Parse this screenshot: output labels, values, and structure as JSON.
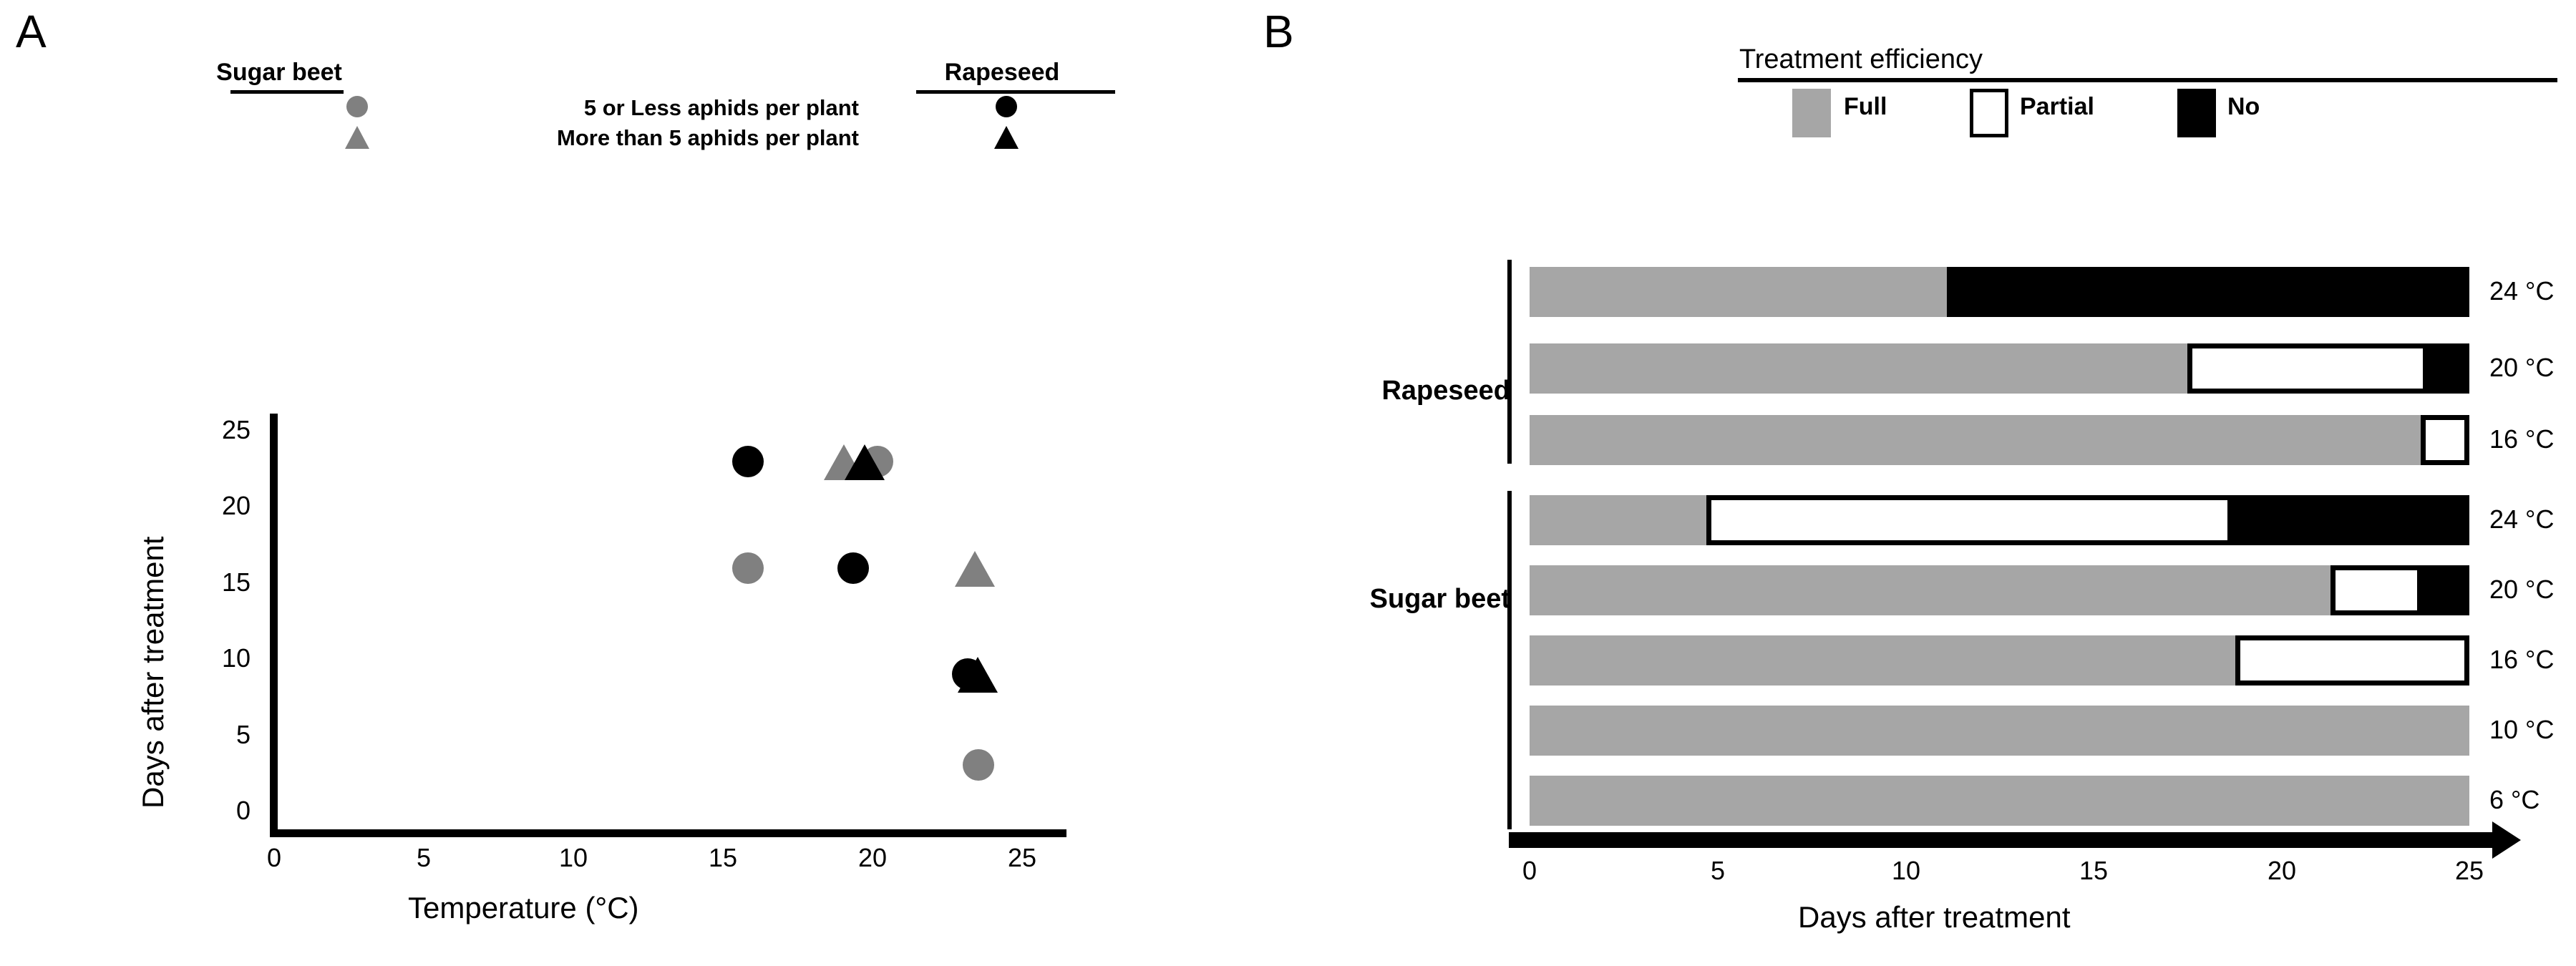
{
  "figure": {
    "panel_a_letter": "A",
    "panel_b_letter": "B"
  },
  "panel_a": {
    "legend": {
      "left_header": "Sugar beet",
      "right_header": "Rapeseed",
      "rows": [
        {
          "label": "5 or Less aphids per plant",
          "marker": "circle"
        },
        {
          "label": "More than 5 aphids per plant",
          "marker": "triangle"
        }
      ]
    },
    "axes": {
      "xlabel": "Temperature (°C)",
      "ylabel": "Days after treatment",
      "xticks": [
        "0",
        "5",
        "10",
        "15",
        "20",
        "25"
      ],
      "yticks": [
        "0",
        "5",
        "10",
        "15",
        "20",
        "25"
      ]
    }
  },
  "panel_b": {
    "legend": {
      "title": "Treatment efficiency",
      "items": [
        {
          "label": "Full",
          "swatch": "full"
        },
        {
          "label": "Partial",
          "swatch": "partial"
        },
        {
          "label": "No",
          "swatch": "no"
        }
      ]
    },
    "groups": [
      {
        "name": "Rapeseed"
      },
      {
        "name": "Sugar beet"
      }
    ],
    "axes": {
      "xlabel": "Days after treatment",
      "xticks": [
        "0",
        "5",
        "10",
        "15",
        "20",
        "25"
      ]
    }
  },
  "chart_data": [
    {
      "type": "scatter",
      "title": "A",
      "xlabel": "Temperature (°C)",
      "ylabel": "Days after treatment",
      "xlim": [
        0,
        26.5
      ],
      "ylim": [
        0,
        27.5
      ],
      "xticks": [
        0,
        5,
        10,
        15,
        20,
        25
      ],
      "yticks": [
        0,
        5,
        10,
        15,
        20,
        25
      ],
      "grid": false,
      "legend_position": "above-plot",
      "series": [
        {
          "name": "Sugar beet – 5 or Less aphids per plant",
          "marker": "circle",
          "color": "#808080",
          "points": [
            [
              16.5,
              18
            ],
            [
              20.7,
              25
            ],
            [
              24.2,
              5
            ]
          ]
        },
        {
          "name": "Sugar beet – More than 5 aphids per plant",
          "marker": "triangle",
          "color": "#808080",
          "points": [
            [
              19.4,
              25
            ],
            [
              24.2,
              18
            ]
          ]
        },
        {
          "name": "Rapeseed – 5 or Less aphids per plant",
          "marker": "circle",
          "color": "#000000",
          "points": [
            [
              16.5,
              25
            ],
            [
              20.0,
              18
            ],
            [
              24.0,
              11
            ]
          ]
        },
        {
          "name": "Rapeseed – More than 5 aphids per plant",
          "marker": "triangle",
          "color": "#000000",
          "points": [
            [
              20.1,
              25
            ],
            [
              24.4,
              11
            ]
          ]
        }
      ]
    },
    {
      "type": "bar",
      "orientation": "horizontal",
      "stacked": true,
      "title": "B",
      "xlabel": "Days after treatment",
      "ylabel": "",
      "xlim": [
        0,
        25
      ],
      "xticks": [
        0,
        5,
        10,
        15,
        20,
        25
      ],
      "grid": false,
      "legend_position": "top",
      "series": [
        {
          "name": "Full",
          "color": "#a6a6a6"
        },
        {
          "name": "Partial",
          "color": "#ffffff"
        },
        {
          "name": "No",
          "color": "#000000"
        }
      ],
      "bars": [
        {
          "group": "Rapeseed",
          "category": "24 °C",
          "full": 11.1,
          "partial": 0,
          "no": 13.9
        },
        {
          "group": "Rapeseed",
          "category": "20 °C",
          "full": 17.5,
          "partial": 6.4,
          "no": 1.1
        },
        {
          "group": "Rapeseed",
          "category": "16 °C",
          "full": 23.7,
          "partial": 1.3,
          "no": 0
        },
        {
          "group": "Sugar beet",
          "category": "24 °C",
          "full": 4.7,
          "partial": 14.0,
          "no": 6.3
        },
        {
          "group": "Sugar beet",
          "category": "20 °C",
          "full": 21.3,
          "partial": 2.4,
          "no": 1.3
        },
        {
          "group": "Sugar beet",
          "category": "16 °C",
          "full": 18.8,
          "partial": 6.2,
          "no": 0
        },
        {
          "group": "Sugar beet",
          "category": "10 °C",
          "full": 25.0,
          "partial": 0,
          "no": 0
        },
        {
          "group": "Sugar beet",
          "category": "6 °C",
          "full": 25.0,
          "partial": 0,
          "no": 0
        }
      ]
    }
  ],
  "colors": {
    "gray": "#a6a6a6",
    "marker_gray": "#808080",
    "black": "#000000",
    "white": "#ffffff"
  }
}
